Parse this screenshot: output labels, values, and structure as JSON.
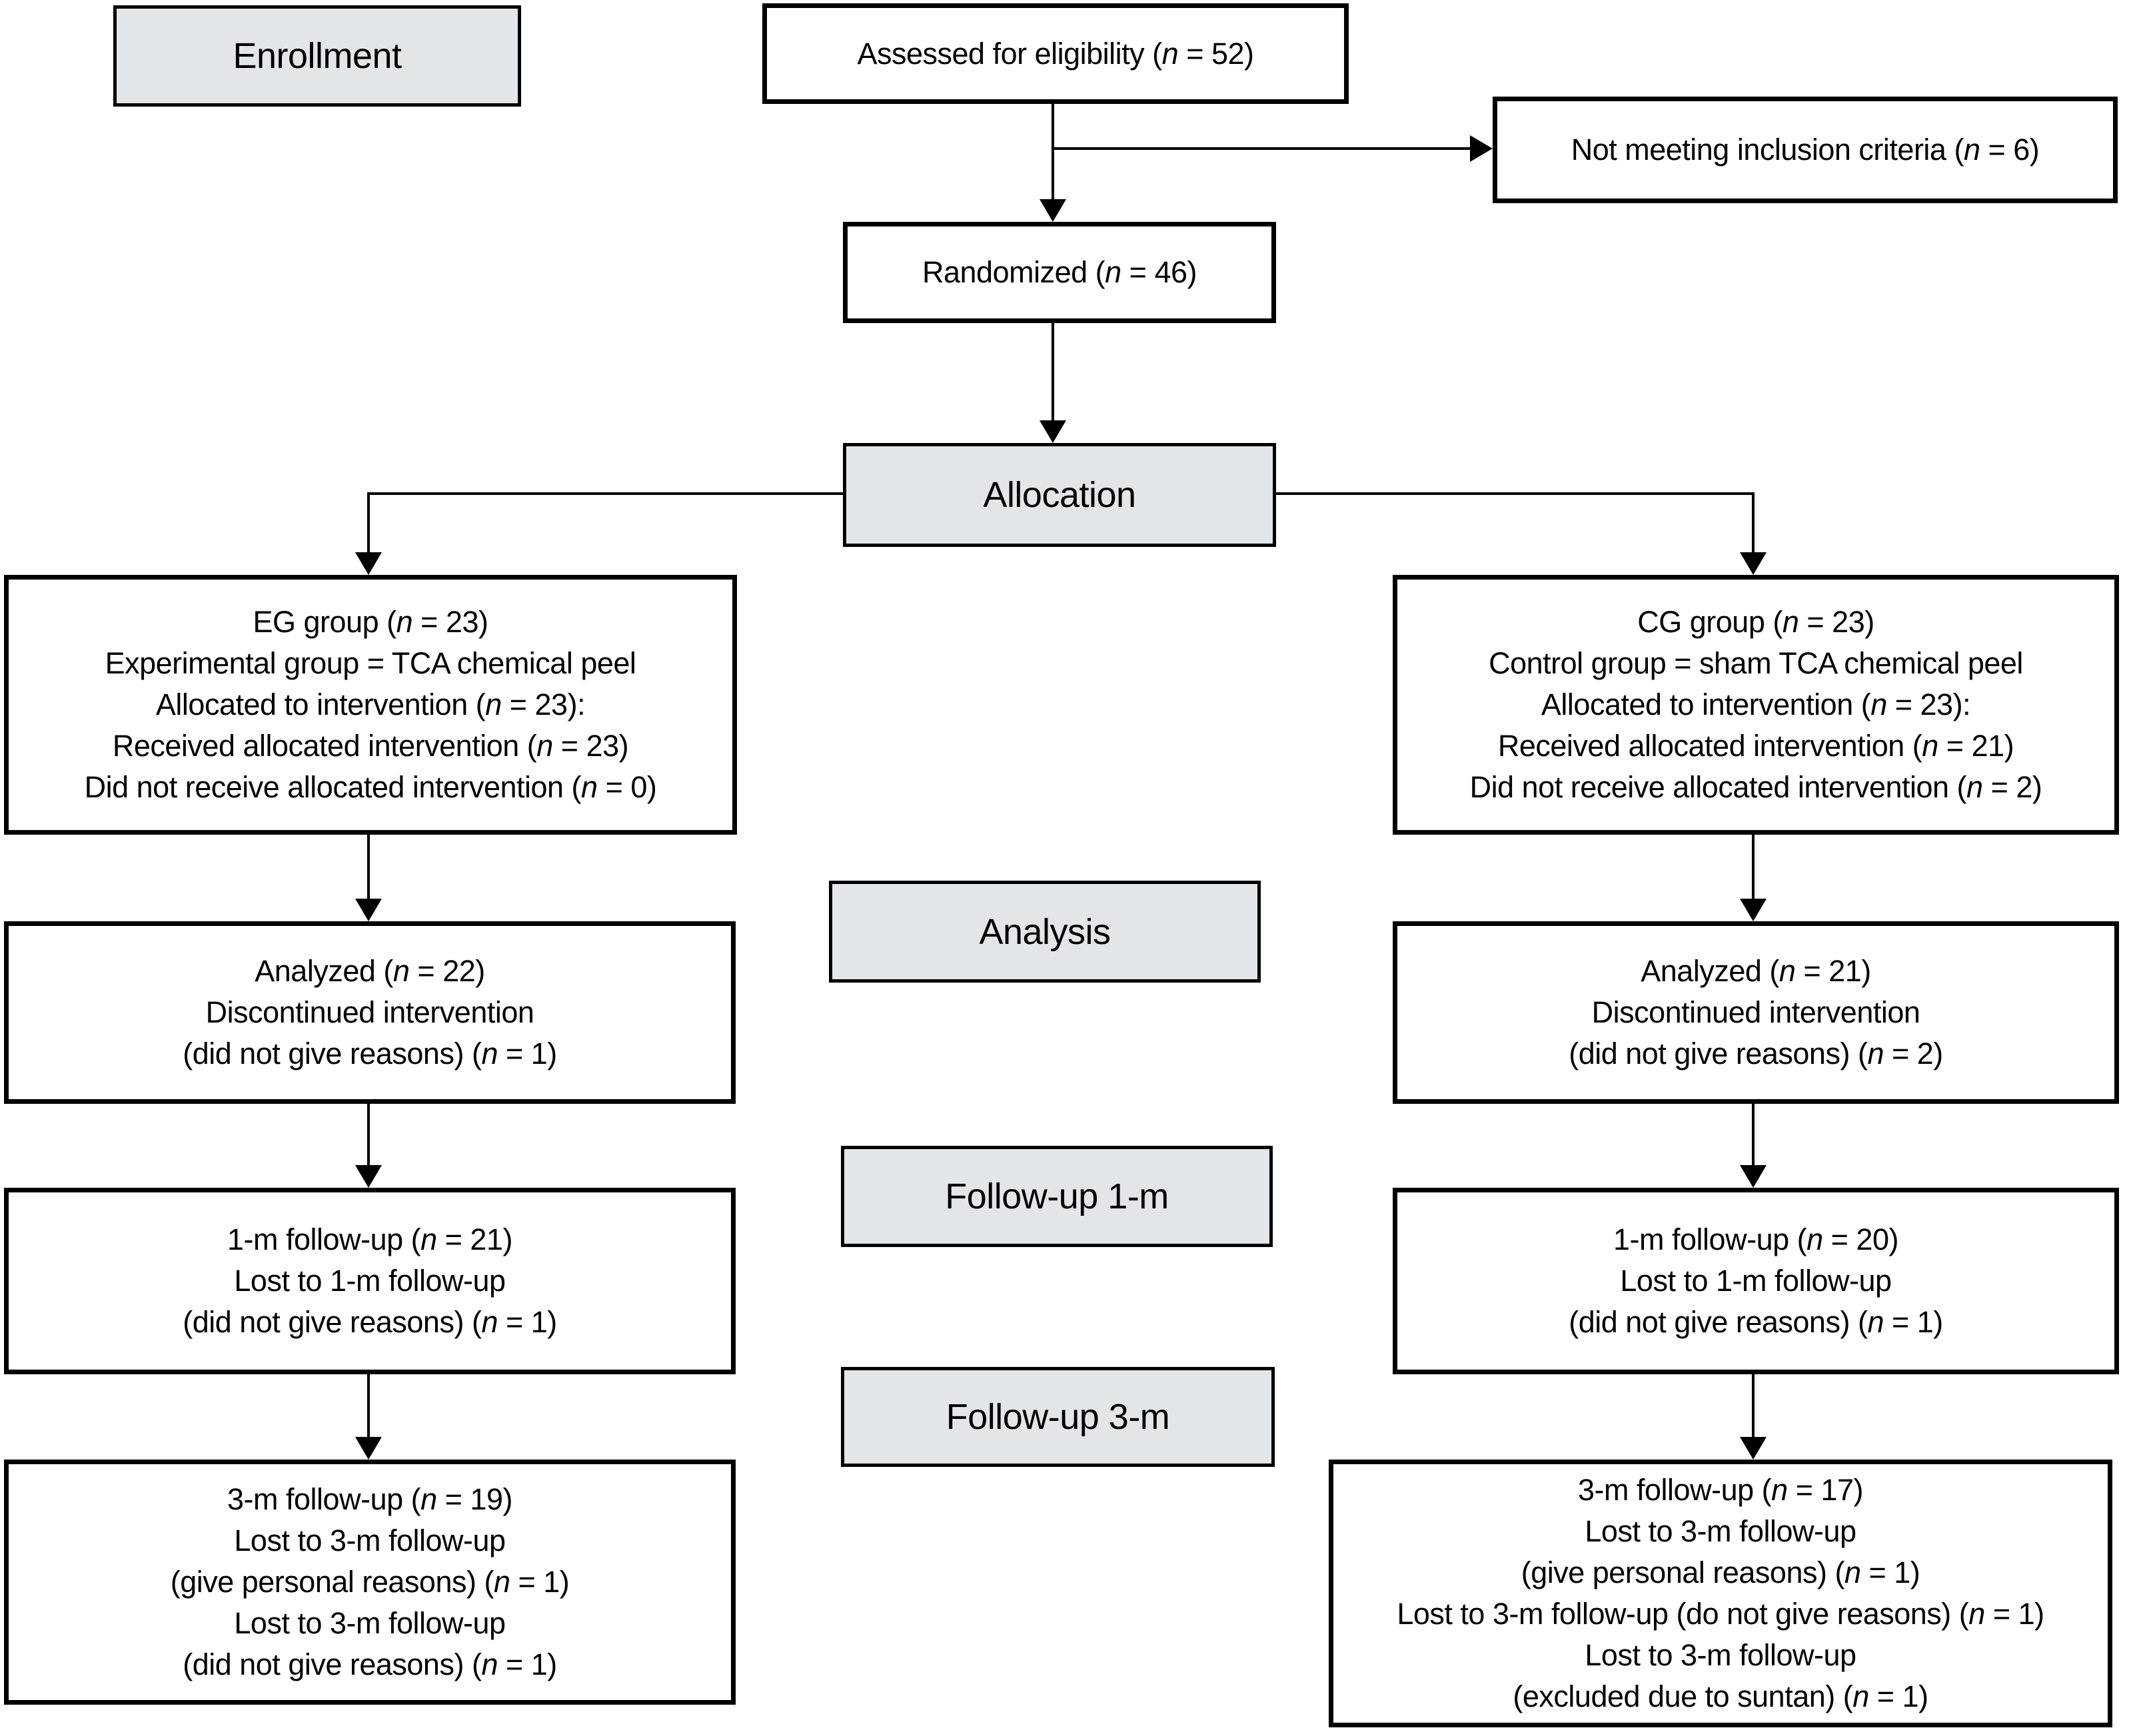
{
  "colors": {
    "background": "#ffffff",
    "stage_fill": "#e4e5e7",
    "border": "#000000",
    "text": "#000000"
  },
  "stages": {
    "enrollment": "Enrollment",
    "allocation": "Allocation",
    "analysis": "Analysis",
    "followup_1m": "Follow-up 1-m",
    "followup_3m": "Follow-up 3-m"
  },
  "boxes": {
    "assessed": {
      "lines": [
        "Assessed for eligibility (n = 52)"
      ]
    },
    "not_meeting": {
      "lines": [
        "Not meeting inclusion criteria (n = 6)"
      ]
    },
    "randomized": {
      "lines": [
        "Randomized (n = 46)"
      ]
    },
    "eg_allocation": {
      "lines": [
        "EG group (n = 23)",
        "Experimental group = TCA chemical peel",
        "Allocated to intervention (n = 23):",
        "Received allocated intervention (n = 23)",
        "Did not receive allocated intervention (n = 0)"
      ]
    },
    "cg_allocation": {
      "lines": [
        "CG group (n = 23)",
        "Control group = sham TCA chemical peel",
        "Allocated to intervention (n = 23):",
        "Received allocated intervention (n = 21)",
        "Did not receive allocated intervention (n = 2)"
      ]
    },
    "eg_analysis": {
      "lines": [
        "Analyzed (n = 22)",
        "Discontinued intervention",
        "(did not give reasons) (n = 1)"
      ]
    },
    "cg_analysis": {
      "lines": [
        "Analyzed (n = 21)",
        "Discontinued intervention",
        "(did not give reasons) (n = 2)"
      ]
    },
    "eg_followup_1m": {
      "lines": [
        "1-m follow-up (n = 21)",
        "Lost to 1-m follow-up",
        "(did not give reasons) (n = 1)"
      ]
    },
    "cg_followup_1m": {
      "lines": [
        "1-m follow-up (n = 20)",
        "Lost to 1-m follow-up",
        "(did not give reasons) (n = 1)"
      ]
    },
    "eg_followup_3m": {
      "lines": [
        "3-m follow-up (n = 19)",
        "Lost to 3-m follow-up",
        "(give personal reasons) (n = 1)",
        "Lost to 3-m follow-up",
        "(did not give reasons) (n = 1)"
      ]
    },
    "cg_followup_3m": {
      "lines": [
        "3-m follow-up (n = 17)",
        "Lost to 3-m follow-up",
        "(give personal reasons) (n = 1)",
        "Lost to 3-m follow-up (do not give reasons) (n = 1)",
        "Lost to 3-m follow-up",
        "(excluded due to suntan) (n = 1)"
      ]
    }
  }
}
